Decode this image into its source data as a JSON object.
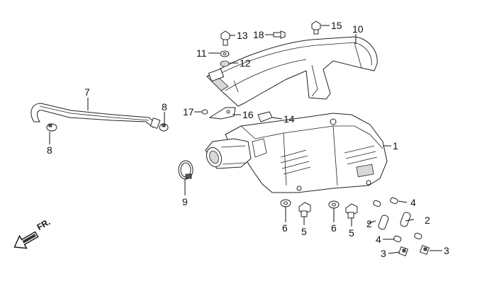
{
  "callouts": {
    "c1": "1",
    "c2a": "2",
    "c2b": "2",
    "c3a": "3",
    "c3b": "3",
    "c4a": "4",
    "c4b": "4",
    "c5a": "5",
    "c5b": "5",
    "c6a": "6",
    "c6b": "6",
    "c7": "7",
    "c8a": "8",
    "c8b": "8",
    "c9": "9",
    "c10": "10",
    "c11": "11",
    "c12": "12",
    "c13": "13",
    "c14": "14",
    "c15": "15",
    "c16": "16",
    "c17": "17",
    "c18": "18"
  },
  "direction": {
    "label": "FR.",
    "icon": "arrow-front-icon"
  }
}
